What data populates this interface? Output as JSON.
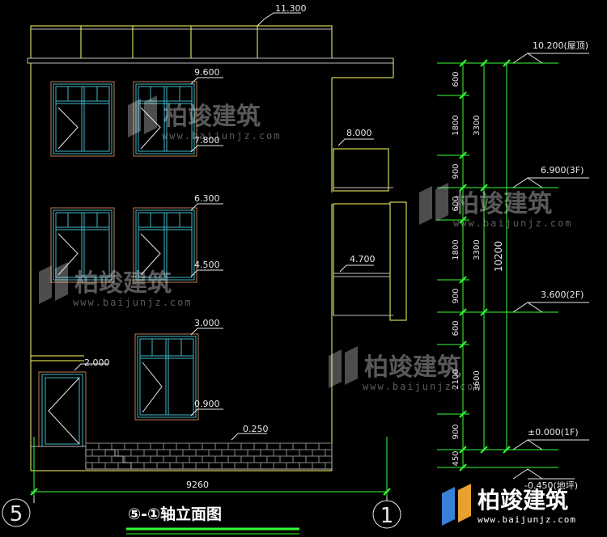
{
  "drawing": {
    "title": "⑤-①轴立面图",
    "axis_left": "5",
    "axis_right": "1",
    "total_width": "9260"
  },
  "elevations": {
    "parapet_top": "11.300",
    "win3_top": "9.600",
    "win3_bottom": "7.800",
    "balcony3": "8.000",
    "win2_top": "6.300",
    "win2_bottom": "4.500",
    "balcony2": "4.700",
    "win1_top": "3.000",
    "win1_bottom": "0.900",
    "door_top": "2.000",
    "ground": "0.250"
  },
  "levels": {
    "roof": "10.200(屋顶)",
    "third": "6.900(3F)",
    "second": "3.600(2F)",
    "first": "±0.000(1F)",
    "below": "-0.450(地坪)"
  },
  "dims_inner": [
    "600",
    "1800",
    "900",
    "600",
    "1800",
    "900",
    "600",
    "2100",
    "900",
    "450"
  ],
  "dims_floor": [
    "3300",
    "3300",
    "3600"
  ],
  "dims_total": "10200",
  "watermark": {
    "name": "柏竣建筑",
    "url": "www.baijunjz.com"
  },
  "colors": {
    "outline": "#ffff66",
    "dim": "#33ff33",
    "frame": "#3fb7c8",
    "brick": "#c07a50"
  }
}
